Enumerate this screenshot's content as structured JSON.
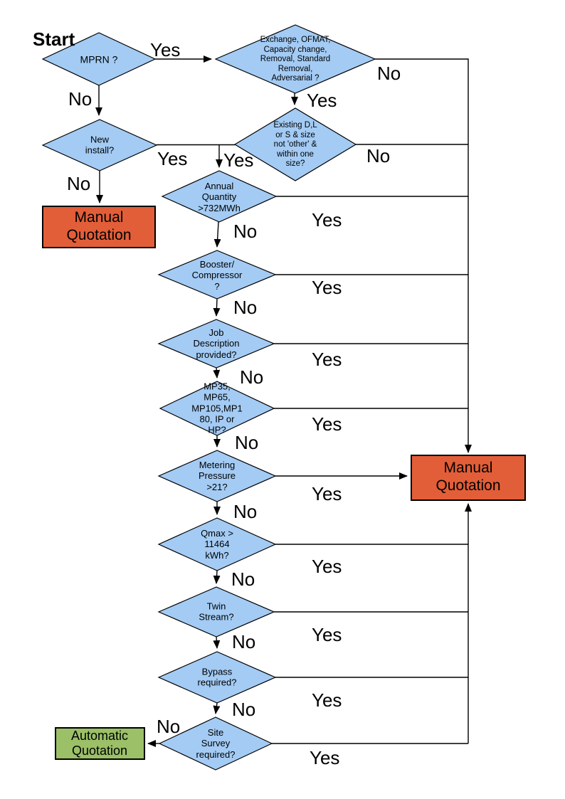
{
  "colors": {
    "decision_fill": "#A3CBF4",
    "manual_fill": "#E25E38",
    "automatic_fill": "#9BC067",
    "line": "#000000"
  },
  "start_label": "Start",
  "decisions": {
    "mprn": {
      "label": "MPRN ?"
    },
    "exchange": {
      "label": "Exchange, OFMAT,\nCapacity change,\nRemoval, Standard\nRemoval,\nAdversarial ?"
    },
    "new_install": {
      "label": "New\ninstall?"
    },
    "existing": {
      "label": "Existing D,L\nor S & size\nnot 'other' &\nwithin one\nsize?"
    },
    "annual": {
      "label": "Annual\nQuantity\n>732MWh"
    },
    "booster": {
      "label": "Booster/\nCompressor\n?"
    },
    "job": {
      "label": "Job\nDescription\nprovided?"
    },
    "mp": {
      "label": "MP35,\nMP65,\nMP105,MP1\n80, IP or\nHP?"
    },
    "metering": {
      "label": "Metering\nPressure\n>21?"
    },
    "qmax": {
      "label": "Qmax >\n11464\nkWh?"
    },
    "twin": {
      "label": "Twin\nStream?"
    },
    "bypass": {
      "label": "Bypass\nrequired?"
    },
    "site": {
      "label": "Site\nSurvey\nrequired?"
    }
  },
  "terminals": {
    "manual_left": {
      "label": "Manual\nQuotation"
    },
    "manual_right": {
      "label": "Manual\nQuotation"
    },
    "automatic": {
      "label": "Automatic\nQuotation"
    }
  },
  "edge_labels": {
    "mprn_yes": "Yes",
    "mprn_no": "No",
    "exchange_yes": "Yes",
    "exchange_no": "No",
    "new_install_yes": "Yes",
    "new_install_no": "No",
    "existing_yes": "Yes",
    "existing_no": "No",
    "annual_yes": "Yes",
    "annual_no": "No",
    "booster_yes": "Yes",
    "booster_no": "No",
    "job_yes": "Yes",
    "job_no": "No",
    "mp_yes": "Yes",
    "mp_no": "No",
    "metering_yes": "Yes",
    "metering_no": "No",
    "qmax_yes": "Yes",
    "qmax_no": "No",
    "twin_yes": "Yes",
    "twin_no": "No",
    "bypass_yes": "Yes",
    "bypass_no": "No",
    "site_yes": "Yes",
    "site_no": "No"
  }
}
